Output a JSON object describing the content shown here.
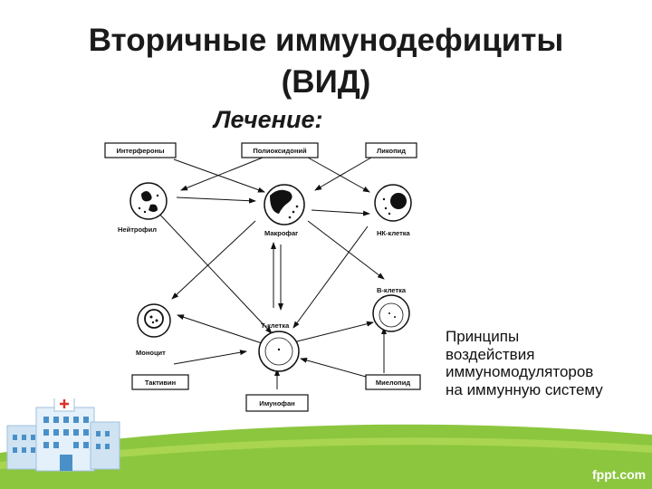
{
  "slide": {
    "title_line1": "Вторичные иммунодефициты",
    "title_line2": "(ВИД)",
    "subtitle": "Лечение:",
    "caption_lines": [
      "Принципы",
      "воздействия",
      "иммуномодуляторов",
      "на иммунную систему"
    ],
    "brand": "fppt.com"
  },
  "diagram": {
    "drugs": {
      "interferons": "Интерфероны",
      "polyoxidonium": "Полиоксидоний",
      "licopid": "Ликопид",
      "taktivin": "Тактивин",
      "imunofan": "Имунофан",
      "myelopid": "Миелопид"
    },
    "cells": {
      "neutrophil": "Нейтрофил",
      "macrophage": "Макрофаг",
      "nk_cell": "НК-клетка",
      "monocyte": "Моноцит",
      "t_cell": "Т-клетка",
      "b_cell": "В-клетка"
    }
  },
  "colors": {
    "grass": "#8cc63f",
    "grass_light": "#b5dc5a",
    "building": "#cfe3f3",
    "window": "#4a90c8"
  },
  "icons": [
    "hospital-icon"
  ]
}
